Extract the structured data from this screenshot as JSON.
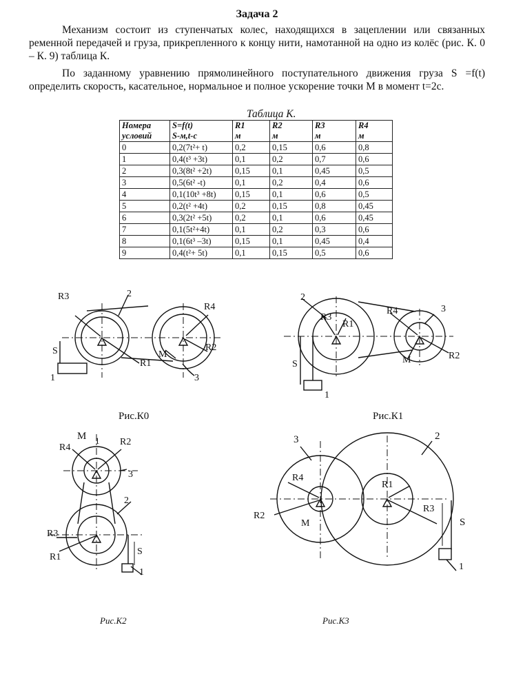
{
  "header": {
    "title": "Задача 2",
    "paragraph1": "Механизм состоит из ступенчатых колес, находящихся в зацеплении или связанных ременной передачей и груза, прикрепленного к концу нити, намотанной на одно из колёс (рис. К. 0 – К. 9) таблица К.",
    "paragraph2": "По заданному уравнению прямолинейного поступательного движения груза S =f(t) определить скорость, касательное, нормальное и полное ускорение точки М в момент t=2c."
  },
  "table": {
    "caption": "Таблица К.",
    "headers": [
      [
        "Номера",
        "условий"
      ],
      [
        "S=f(t)",
        "S-м,t-с"
      ],
      [
        "R1",
        "м"
      ],
      [
        "R2",
        "м"
      ],
      [
        "R3",
        "м"
      ],
      [
        "R4",
        "м"
      ]
    ],
    "rows": [
      [
        "0",
        "0,2(7t²+ t)",
        "0,2",
        "0,15",
        "0,6",
        "0,8"
      ],
      [
        "1",
        "0,4(t³ +3t)",
        "0,1",
        "0,2",
        "0,7",
        "0,6"
      ],
      [
        "2",
        "0,3(8t² +2t)",
        "0,15",
        "0,1",
        "0,45",
        "0,5"
      ],
      [
        "3",
        "0,5(6t² -t)",
        "0,1",
        "0,2",
        "0,4",
        "0,6"
      ],
      [
        "4",
        "0,1(10t³ +8t)",
        "0,15",
        "0,1",
        "0,6",
        "0,5"
      ],
      [
        "5",
        "0,2(t² +4t)",
        "0,2",
        "0,15",
        "0,8",
        "0,45"
      ],
      [
        "6",
        "0,3(2t² +5t)",
        "0,2",
        "0,1",
        "0,6",
        "0,45"
      ],
      [
        "7",
        "0,1(5t²+4t)",
        "0,1",
        "0,2",
        "0,3",
        "0,6"
      ],
      [
        "8",
        "0,1(6t³ –3t)",
        "0,15",
        "0,1",
        "0,45",
        "0,4"
      ],
      [
        "9",
        "0,4(t²+ 5t)",
        "0,1",
        "0,15",
        "0,5",
        "0,6"
      ]
    ]
  },
  "figures": {
    "k0": {
      "caption": "Рис.К0",
      "labels": {
        "r3": "R3",
        "two": "2",
        "r4": "R4",
        "s": "S",
        "m": "M",
        "r2": "R2",
        "r1": "R1",
        "one": "1",
        "three": "3"
      }
    },
    "k1": {
      "caption": "Рис.К1",
      "labels": {
        "two": "2",
        "r3": "R3",
        "r1": "R1",
        "r4": "R4",
        "three": "3",
        "s": "S",
        "m": "M",
        "r2": "R2",
        "one": "1"
      }
    },
    "k2": {
      "caption": "Рис.К2",
      "labels": {
        "m": "M",
        "one_top": "1",
        "r4": "R4",
        "r2": "R2",
        "three": "3",
        "two": "2",
        "r3": "R3",
        "r1": "R1",
        "s": "S",
        "one": "1"
      }
    },
    "k3": {
      "caption": "Рис.К3",
      "labels": {
        "three": "3",
        "two": "2",
        "r4": "R4",
        "r1": "R1",
        "r2": "R2",
        "m": "M",
        "r3": "R3",
        "s": "S",
        "one": "1"
      }
    }
  }
}
